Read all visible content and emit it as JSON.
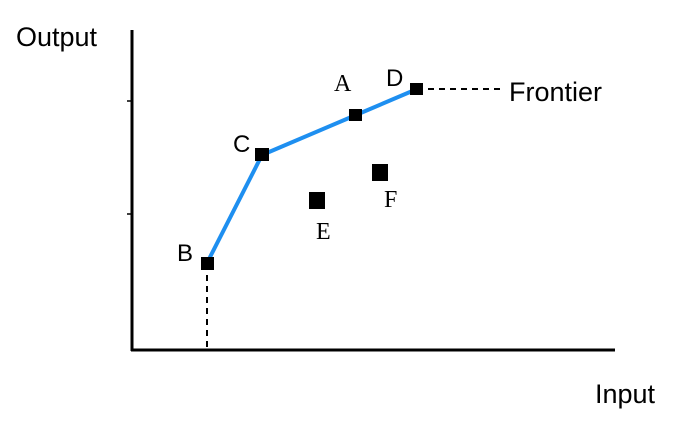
{
  "axes": {
    "y_label": "Output",
    "x_label": "Input"
  },
  "frontier_label": "Frontier",
  "colors": {
    "frontier_line": "#1e8ff0",
    "axis": "#000000",
    "points": "#000000"
  },
  "chart_data": {
    "type": "scatter",
    "xlabel": "Input",
    "ylabel": "Output",
    "frontier": {
      "name": "Frontier",
      "points": [
        "B",
        "C",
        "A",
        "D"
      ]
    },
    "points": [
      {
        "label": "B",
        "on_frontier": true
      },
      {
        "label": "C",
        "on_frontier": true
      },
      {
        "label": "A",
        "on_frontier": true
      },
      {
        "label": "D",
        "on_frontier": true
      },
      {
        "label": "E",
        "on_frontier": false
      },
      {
        "label": "F",
        "on_frontier": false
      }
    ]
  }
}
